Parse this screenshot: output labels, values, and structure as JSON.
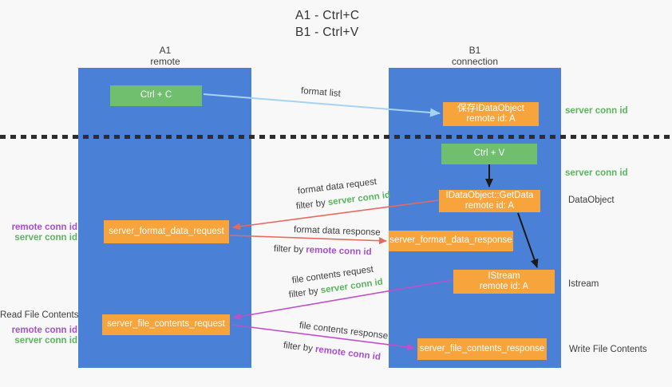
{
  "title": {
    "line1": "A1 - Ctrl+C",
    "line2": "B1 - Ctrl+V"
  },
  "columns": {
    "left": {
      "name": "A1",
      "role": "remote"
    },
    "right": {
      "name": "B1",
      "role": "connection"
    }
  },
  "nodes": {
    "ctrl_c": "Ctrl + C",
    "ctrl_v": "Ctrl + V",
    "save_dataobject_line1": "保存IDataObject",
    "save_dataobject_line2": "remote id: A",
    "getdata_line1": "IDataObject::GetData",
    "getdata_line2": "remote id: A",
    "istream_line1": "IStream",
    "istream_line2": "remote id: A",
    "server_format_data_request": "server_format_data_request",
    "server_format_data_response": "server_format_data_response",
    "server_file_contents_request": "server_file_contents_request",
    "server_file_contents_response": "server_file_contents_response"
  },
  "labels": {
    "server_conn_id": "server conn id",
    "remote_conn_id": "remote conn id",
    "filter_by": "filter by ",
    "dataobject": "DataObject",
    "istream": "Istream",
    "read_file_contents": "Read File Contents",
    "write_file_contents": "Write File Contents",
    "format_list": "format list",
    "format_data_request": "format data request",
    "format_data_response": "format data response",
    "file_contents_request": "file contents request",
    "file_contents_response": "file contents response"
  },
  "colors": {
    "lifeline_blue": "#4a80d6",
    "box_green": "#70bf6e",
    "box_orange": "#f8a43d",
    "arrow_light_blue": "#a7d3f2",
    "arrow_red": "#e8695f",
    "arrow_magenta": "#c14fc9",
    "arrow_black": "#1a1a1a",
    "text_green": "#5bb55f",
    "text_purple": "#a84fd0",
    "divider_dark": "#2d2d2d"
  }
}
